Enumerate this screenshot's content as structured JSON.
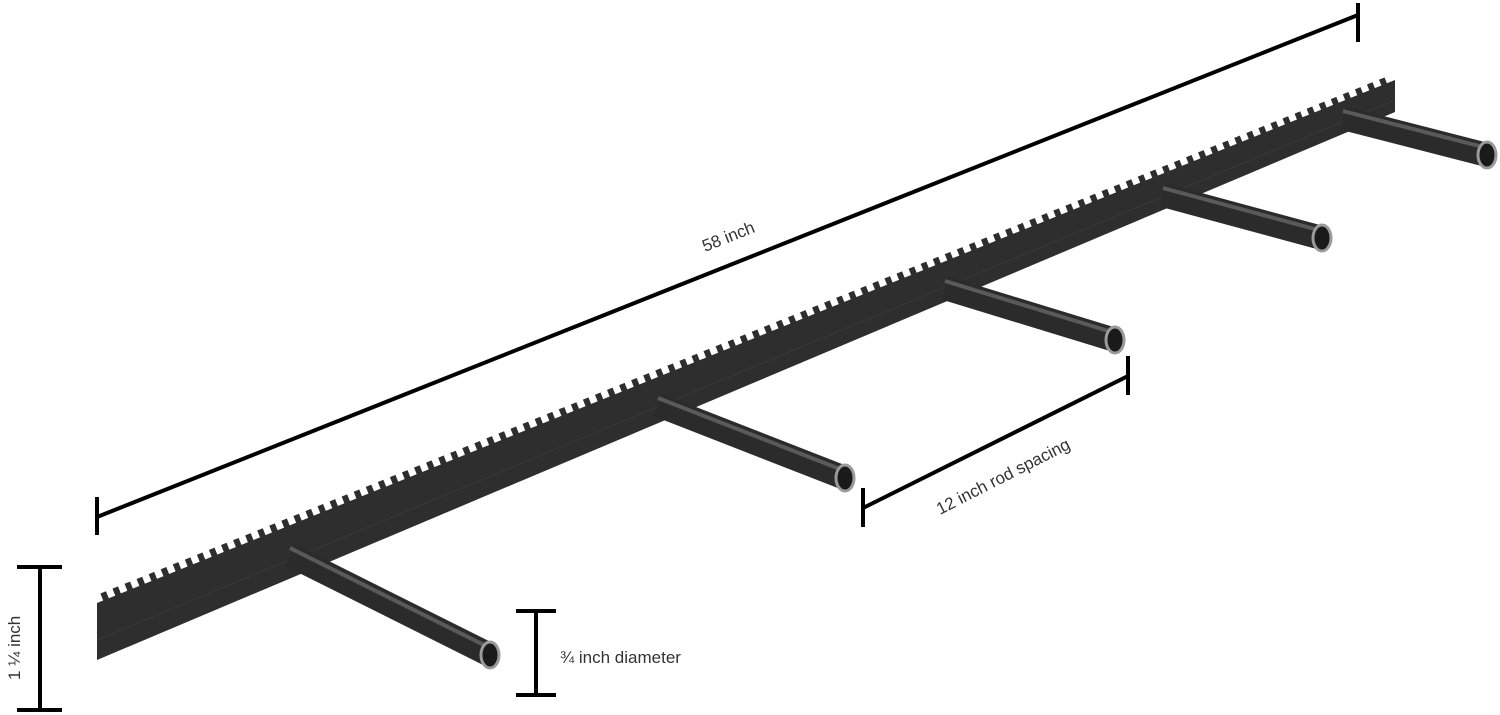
{
  "dimensions": {
    "length": "58 inch",
    "rod_spacing": "12 inch rod spacing",
    "bar_height": "1 ¼ inch",
    "rod_diameter": "¾ inch diameter"
  },
  "colors": {
    "steel": "#2b2b2b",
    "steel_highlight": "#5a5a5a",
    "dimension_line": "#000000"
  },
  "rod_count": 5
}
